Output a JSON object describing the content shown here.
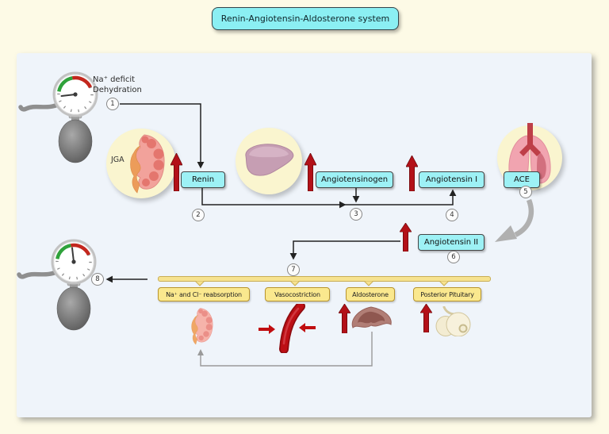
{
  "title": "Renin-Angiotensin-Aldosterone system",
  "trigger": {
    "line1": "Na⁺ deficit",
    "line2": "Dehydration"
  },
  "jga_label": "JGA",
  "boxes": {
    "renin": "Renin",
    "angiotensinogen": "Angiotensinogen",
    "angiotensin_i": "Angiotensin I",
    "ace": "ACE",
    "angiotensin_ii": "Angiotensin II"
  },
  "effects": {
    "reabsorption": "Na⁺ and Cl⁻ reabsorption",
    "vasoconstriction": "Vasocostriction",
    "aldosterone": "Aldosterone",
    "posterior_pituitary": "Posterior Pituitary"
  },
  "steps": [
    "1",
    "2",
    "3",
    "4",
    "5",
    "6",
    "7",
    "8"
  ],
  "icons": {
    "gauge_top": "blood-pressure-gauge-low",
    "gauge_bottom": "blood-pressure-gauge-restored",
    "kidney": "kidney-icon",
    "liver": "liver-icon",
    "lungs": "lungs-icon",
    "small_kidney": "kidney-icon",
    "vessel": "constricted-blood-vessel-icon",
    "adrenal": "adrenal-gland-icon",
    "pituitary": "pituitary-gland-icon",
    "up_arrow": "increase-arrow-icon"
  },
  "colors": {
    "background": "#FDFAE6",
    "panel": "#EFF4FA",
    "cyan_box": "#9DF1F5",
    "title_cyan": "#8BEFF3",
    "yellow_bar": "#F6E28F",
    "yellow_box": "#FAE88E",
    "red_arrow": "#B31118",
    "line": "#222222",
    "gray_line": "#9A9A9A"
  }
}
